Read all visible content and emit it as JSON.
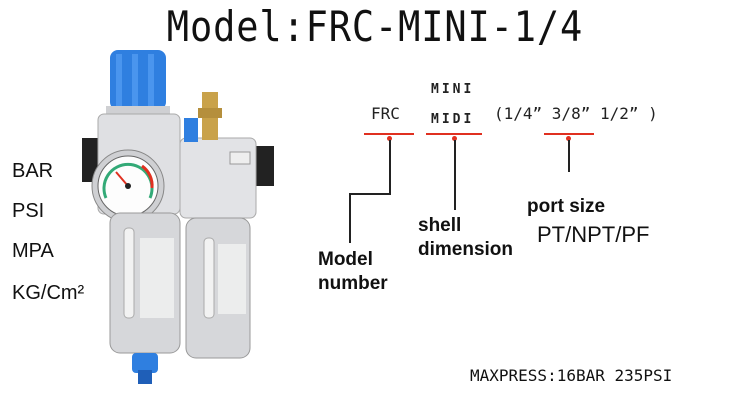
{
  "title": "Model:FRC-MINI-1/4",
  "units": [
    "BAR",
    "PSI",
    "MPA",
    "KG/Cm²"
  ],
  "diagram": {
    "frc": "FRC",
    "mini": "MINI",
    "midi": "MIDI",
    "sizes": "(1/4” 3/8” 1/2” )",
    "model_number": "Model\nnumber",
    "shell_dimension": "shell\ndimension",
    "port_size": "port size",
    "port_types": "PT/NPT/PF"
  },
  "maxpress": "MAXPRESS:16BAR 235PSI",
  "colors": {
    "knob": "#2f7fe0",
    "indicator": "#e03020",
    "body": "#d8d9dc"
  }
}
